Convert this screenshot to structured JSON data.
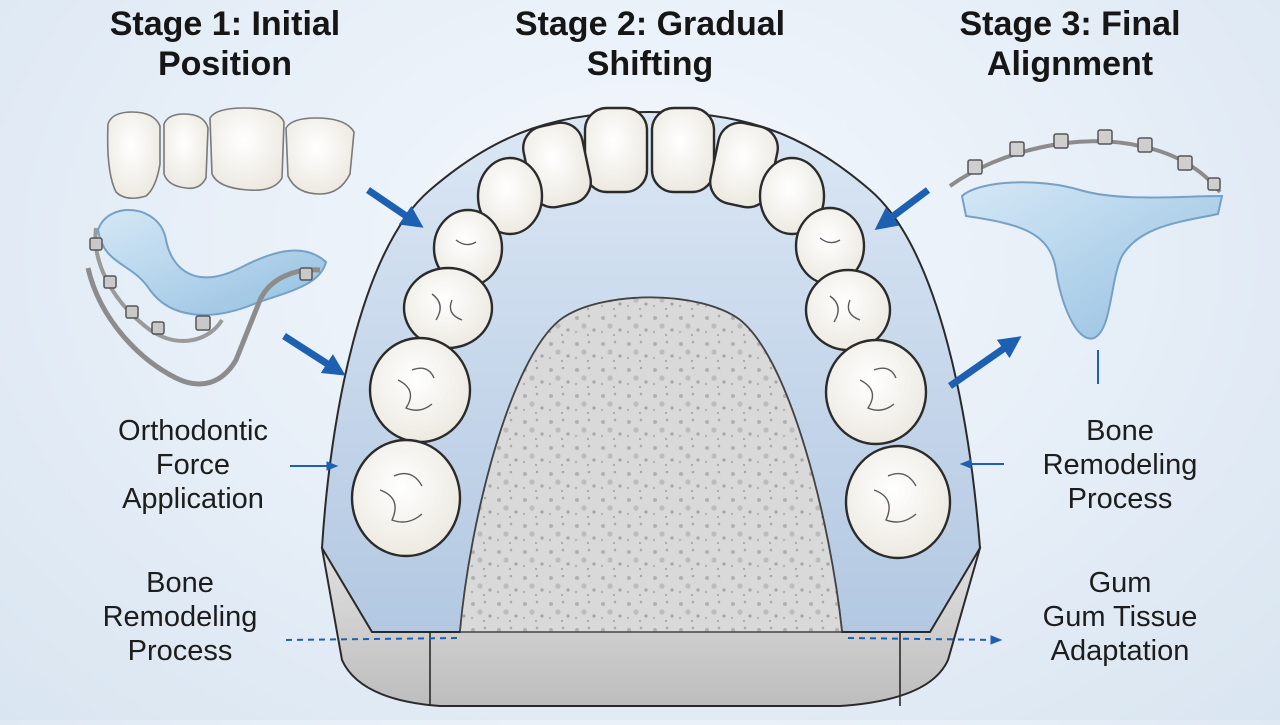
{
  "stages": [
    {
      "line1": "Stage 1: Initial",
      "line2": "Position"
    },
    {
      "line1": "Stage 2: Gradual",
      "line2": "Shifting"
    },
    {
      "line1": "Stage 3: Final",
      "line2": "Alignment"
    }
  ],
  "labels": {
    "force": [
      "Orthodontic",
      "Force",
      "Application"
    ],
    "bone_left": [
      "Bone",
      "Remodeling",
      "Process"
    ],
    "bone_right": [
      "Bone",
      "Remodeling",
      "Process"
    ],
    "gum": [
      "Gum",
      "Gum Tissue",
      "Adaptation"
    ]
  },
  "colors": {
    "arrow": "#1d5fb0",
    "gum": "#bccfe6",
    "bone": "#d4d4d4",
    "tooth": "#f8f7f2",
    "aligner": "#a9cde8"
  }
}
